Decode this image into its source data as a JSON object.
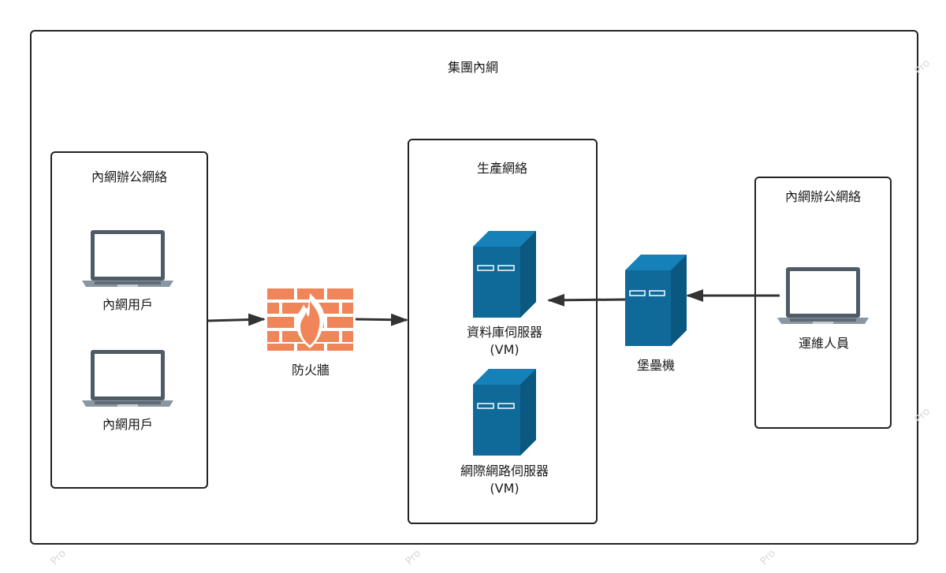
{
  "containers": {
    "corporate_intranet": "集團內網",
    "left_office_network": "內網辦公網絡",
    "production_network": "生產網絡",
    "right_office_network": "內網辦公網絡"
  },
  "nodes": {
    "intranet_user_1": "內網用戶",
    "intranet_user_2": "內網用戶",
    "firewall": "防火牆",
    "database_server_line1": "資料庫伺服器",
    "database_server_line2": "(VM)",
    "web_server_line1": "網際網路伺服器",
    "web_server_line2": "(VM)",
    "bastion_host": "堡壘機",
    "ops_staff": "運維人員"
  },
  "colors": {
    "server_blue": "#0f6a99",
    "firewall_orange": "#f0855a",
    "laptop_gray": "#5a6773",
    "border": "#222222"
  },
  "watermark": "Pro"
}
